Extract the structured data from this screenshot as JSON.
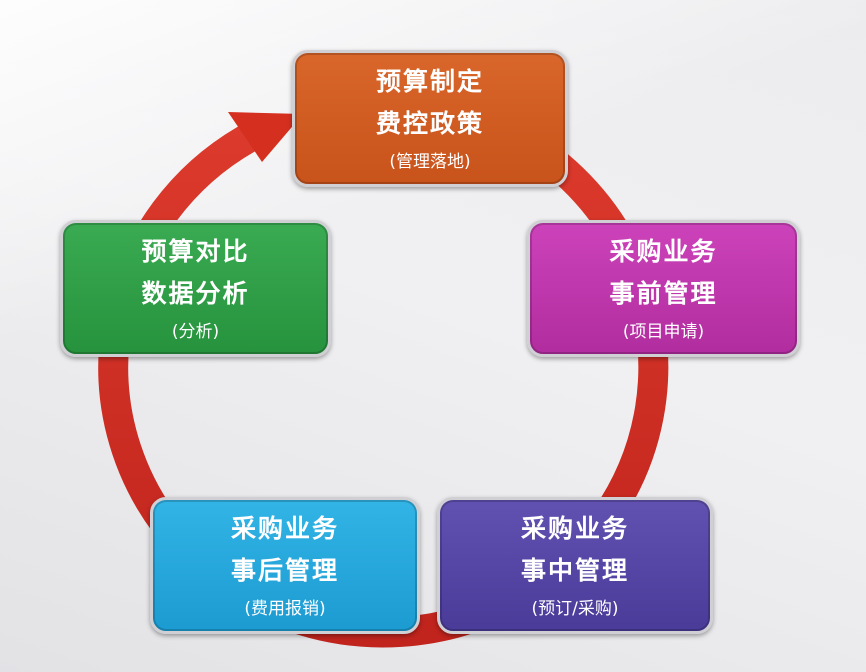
{
  "diagram": {
    "ring_color": "#d12b22",
    "steps": [
      {
        "id": "top",
        "line1": "预算制定",
        "line2": "费控政策",
        "line3": "(管理落地)",
        "color": "#d15d24"
      },
      {
        "id": "right",
        "line1": "采购业务",
        "line2": "事前管理",
        "line3": "(项目申请)",
        "color": "#c139ae"
      },
      {
        "id": "bottom_right",
        "line1": "采购业务",
        "line2": "事中管理",
        "line3": "(预订/采购)",
        "color": "#5546a6"
      },
      {
        "id": "bottom_left",
        "line1": "采购业务",
        "line2": "事后管理",
        "line3": "(费用报销)",
        "color": "#27a8dc"
      },
      {
        "id": "left",
        "line1": "预算对比",
        "line2": "数据分析",
        "line3": "(分析)",
        "color": "#309f48"
      }
    ]
  }
}
